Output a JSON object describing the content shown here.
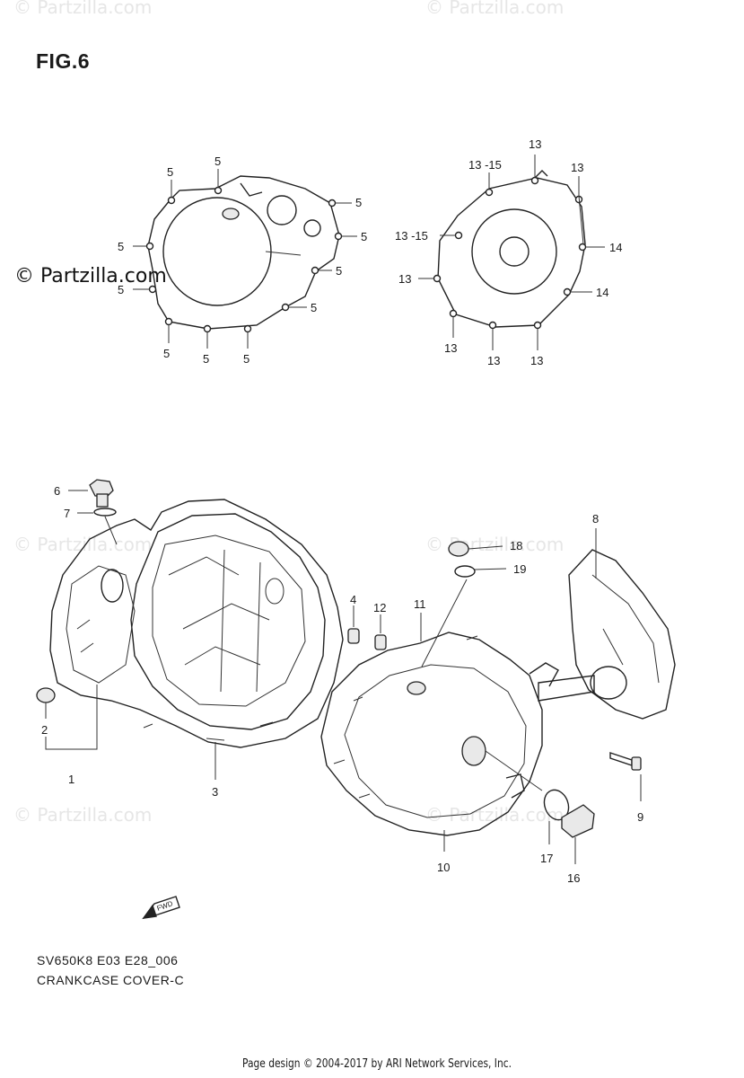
{
  "watermarks": {
    "top_left": "© Partzilla.com",
    "top_right": "© Partzilla.com",
    "mid_left": "© Partzilla.com",
    "mid_right": "© Partzilla.com",
    "low_left": "© Partzilla.com",
    "low_right": "© Partzilla.com"
  },
  "figure_title": "FIG.6",
  "brand_text": "© Partzilla.com",
  "model_code": "SV650K8 E03 E28_006",
  "diagram_name": "CRANKCASE COVER-C",
  "copyright": "Page design © 2004-2017 by ARI Network Services, Inc.",
  "fwd_label": "FWD",
  "callouts": {
    "g1_top1": "5",
    "g1_top2": "5",
    "g1_r1": "5",
    "g1_r2": "5",
    "g1_r3": "5",
    "g1_r4": "5",
    "g1_l1": "5",
    "g1_l2": "5",
    "g1_b1": "5",
    "g1_b2": "5",
    "g1_b3": "5",
    "g2_top": "13",
    "g2_top_l": "13 -15",
    "g2_top_r": "13",
    "g2_left": "13 -15",
    "g2_left2": "13",
    "g2_r1": "14",
    "g2_r2": "14",
    "g2_b1": "13",
    "g2_b2": "13",
    "g2_b3": "13",
    "p1": "1",
    "p2": "2",
    "p3": "3",
    "p4": "4",
    "p6": "6",
    "p7": "7",
    "p8": "8",
    "p9": "9",
    "p10": "10",
    "p11": "11",
    "p12": "12",
    "p16": "16",
    "p17": "17",
    "p18": "18",
    "p19": "19"
  }
}
